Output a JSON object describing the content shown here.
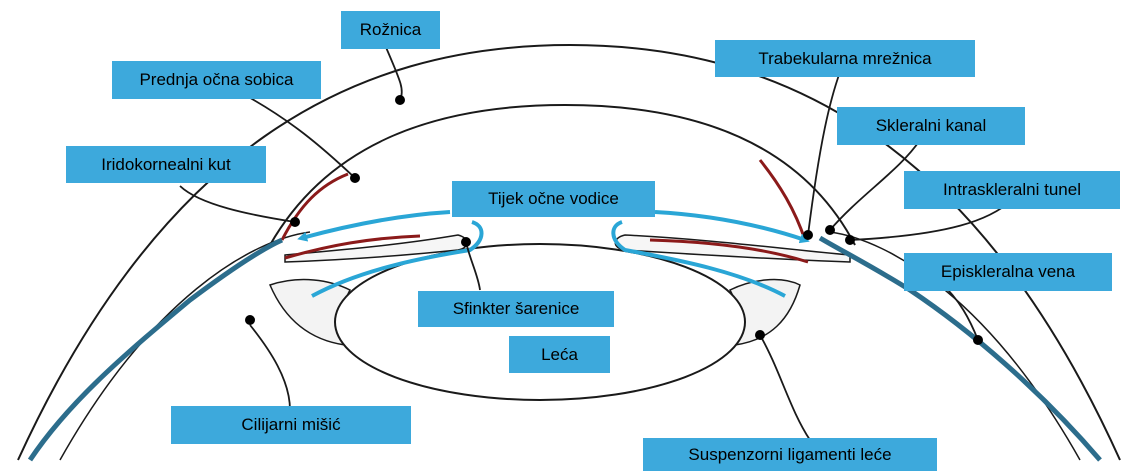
{
  "labels": {
    "roznica": "Rožnica",
    "prednja_ocna_sobica": "Prednja očna sobica",
    "iridokornealni_kut": "Iridokornealni kut",
    "tijek_ocne_vodice": "Tijek očne vodice",
    "trabekularna_mreznica": "Trabekularna mrežnica",
    "skleralni_kanal": "Skleralni kanal",
    "intraskleralni_tunel": "Intraskleralni tunel",
    "episkleralna_vena": "Episkleralna vena",
    "sfinkter_sarenice": "Sfinkter šarenice",
    "leca": "Leća",
    "cilijarni_misic": "Cilijarni mišić",
    "suspenzorni_ligamenti_lece": "Suspenzorni ligamenti leće"
  },
  "colors": {
    "label_background": "#3da9dc",
    "aqueous_flow": "#2aa6d6",
    "trabecular_meshwork": "#8b1a1a",
    "outline": "#1a1a1a",
    "vein": "#2c6d8c"
  }
}
